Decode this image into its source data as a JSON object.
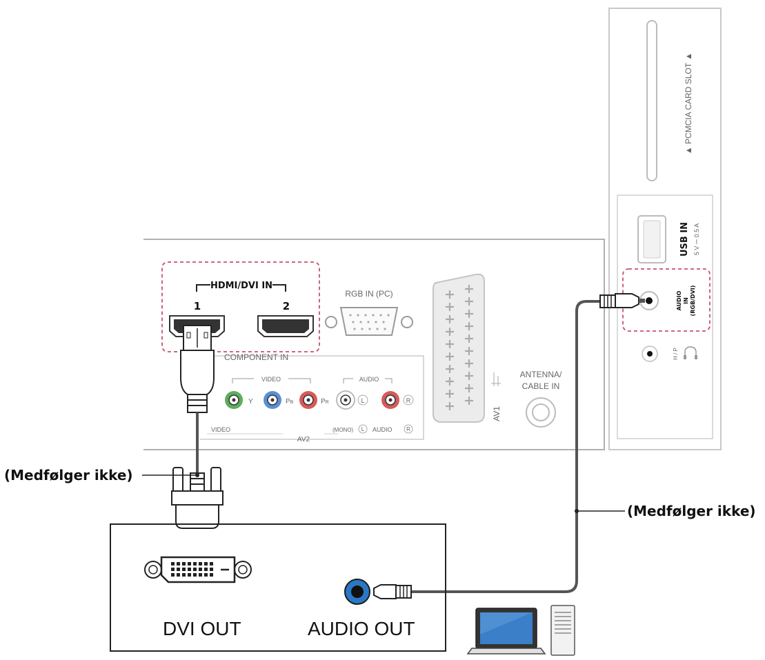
{
  "tv_panel": {
    "hdmi_dvi_in": "HDMI/DVI IN",
    "hdmi_port_1": "1",
    "hdmi_port_2": "2",
    "rgb_in": "RGB IN (PC)",
    "component_in": "COMPONENT IN",
    "video_group": "VIDEO",
    "audio_group": "AUDIO",
    "jack_y": "Y",
    "jack_pb": "P",
    "jack_pb_sub": "B",
    "jack_pr": "P",
    "jack_pr_sub": "R",
    "jack_l": "L",
    "jack_r": "R",
    "av2_video": "VIDEO",
    "av2": "AV2",
    "av2_mono": "(MONO)",
    "av2_audio": "AUDIO",
    "av1": "AV1",
    "antenna_line1": "ANTENNA/",
    "antenna_line2": "CABLE IN"
  },
  "side_panel": {
    "pcmcia": "▲ PCMCIA CARD SLOT ▲",
    "usb_in": "USB IN",
    "usb_spec": "5 V ⎓ 0.5 A",
    "audio_in_line1": "AUDIO",
    "audio_in_line2": "IN",
    "audio_in_line3": "(RGB/DVI)",
    "headphone": "H / P"
  },
  "labels": {
    "cable_left": "(Medfølger ikke)",
    "cable_right": "(Medfølger ikke)"
  },
  "pc_panel": {
    "dvi_out": "DVI OUT",
    "audio_out": "AUDIO OUT"
  },
  "colors": {
    "highlight_dash": "#c8506a",
    "jack_green": "#5cae5c",
    "jack_blue": "#5b8ed6",
    "jack_red": "#d65a5a",
    "audio_out_blue": "#2a78c4"
  }
}
